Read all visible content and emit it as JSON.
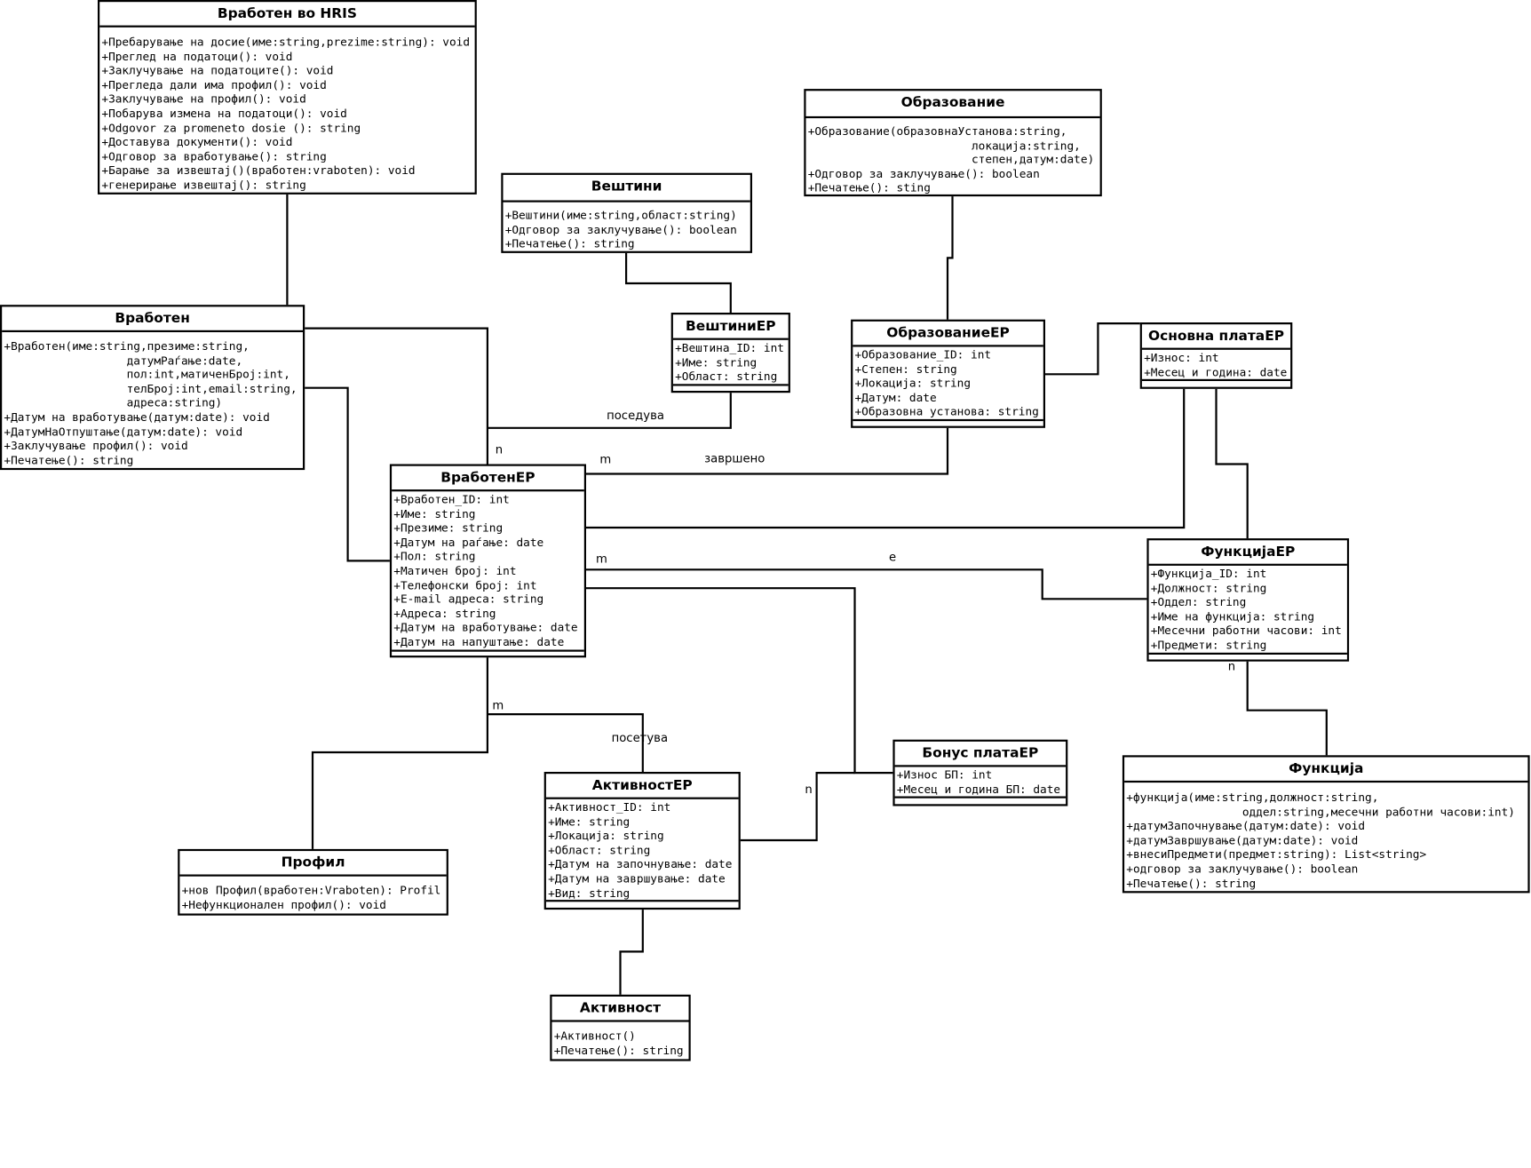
{
  "classes": {
    "hris": {
      "title": "Вработен во HRIS",
      "attrs": [],
      "methods": [
        "+Пребарување на досие(име:string,prezime:string): void",
        "+Преглед на податоци(): void",
        "+Заклучување на податоците(): void",
        "+Прегледа дали има профил(): void",
        "+Заклучување на профил(): void",
        "+Побарува измена на податоци(): void",
        "+Odgovor za promeneto dosie (): string",
        "+Доставува документи(): void",
        "+Одговор за вработување(): string",
        "+Барање за извештај()(вработен:vraboten): void",
        "+генерирање извештај(): string"
      ]
    },
    "vraboten": {
      "title": "Вработен",
      "attrs": [],
      "methods": [
        "+Вработен(име:string,презиме:string,",
        "                  датумРаѓање:date,",
        "                  пол:int,матиченБрој:int,",
        "                  телБрој:int,email:string,",
        "                  адреса:string)",
        "+Датум на вработување(датум:date): void",
        "+ДатумНаОтпуштање(датум:date): void",
        "+Заклучување профил(): void",
        "+Печатење(): string"
      ]
    },
    "vestini": {
      "title": "Вештини",
      "attrs": [],
      "methods": [
        "+Вештини(име:string,област:string)",
        "+Одговор за заклучување(): boolean",
        "+Печатење(): string"
      ]
    },
    "vestiniEP": {
      "title": "ВештиниЕР",
      "attrs": [
        "+Вештина_ID: int",
        "+Име: string",
        "+Област: string"
      ],
      "methods": []
    },
    "obrazovanie": {
      "title": "Образование",
      "attrs": [],
      "methods": [
        "+Образование(образовнаУстанова:string,",
        "                        локација:string,",
        "                        степен,датум:date)",
        "+Одговор за заклучување(): boolean",
        "+Печатење(): sting"
      ]
    },
    "obrazovanieEP": {
      "title": "ОбразованиеЕР",
      "attrs": [
        "+Образование_ID: int",
        "+Степен: string",
        "+Локација: string",
        "+Датум: date",
        "+Образовна установа: string"
      ],
      "methods": []
    },
    "osnovnaPlata": {
      "title": "Основна платаЕР",
      "attrs": [
        "+Износ: int",
        "+Месец и година: date"
      ],
      "methods": []
    },
    "vrabotenEP": {
      "title": "ВработенЕР",
      "attrs": [
        "+Вработен_ID: int",
        "+Име: string",
        "+Презиме: string",
        "+Датум на раѓање: date",
        "+Пол: string",
        "+Матичен број: int",
        "+Телефонски број: int",
        "+E-mail адреса: string",
        "+Адреса: string",
        "+Датум на вработување: date",
        "+Датум на напуштање: date"
      ],
      "methods": []
    },
    "funkcijaEP": {
      "title": "ФункцијаЕР",
      "attrs": [
        "+Функција_ID: int",
        "+Должност: string",
        "+Оддел: string",
        "+Име на функција: string",
        "+Месечни работни часови: int",
        "+Предмети: string"
      ],
      "methods": []
    },
    "bonusPlata": {
      "title": "Бонус платаЕР",
      "attrs": [
        "+Износ БП: int",
        "+Месец и година БП: date"
      ],
      "methods": []
    },
    "aktivnostEP": {
      "title": "АктивностЕР",
      "attrs": [
        "+Активност_ID: int",
        "+Име: string",
        "+Локација: string",
        "+Област: string",
        "+Датум на започнување: date",
        "+Датум на завршување: date",
        "+Вид: string"
      ],
      "methods": []
    },
    "funkcija": {
      "title": "Функција",
      "attrs": [],
      "methods": [
        "+функција(име:string,должност:string,",
        "                 оддел:string,месечни работни часови:int)",
        "+датумЗапочнување(датум:date): void",
        "+датумЗавршување(датум:date): void",
        "+внесиПредмети(предмет:string): List<string>",
        "+одговор за заклучување(): boolean",
        "+Печатење(): string"
      ]
    },
    "profil": {
      "title": "Профил",
      "attrs": [],
      "methods": [
        "+нов Профил(вработен:Vraboten): Profil",
        "+Нефункционален профил(): void"
      ]
    },
    "aktivnost": {
      "title": "Активност",
      "attrs": [],
      "methods": [
        "+Активност()",
        "+Печатење(): string"
      ]
    }
  },
  "labels": {
    "poseduva": "поседува",
    "n1": "n",
    "m1": "m",
    "zavrseno": "завршено",
    "m2": "m",
    "e": "е",
    "m3": "m",
    "posetuva": "посетува",
    "n2": "n",
    "n3": "n"
  }
}
